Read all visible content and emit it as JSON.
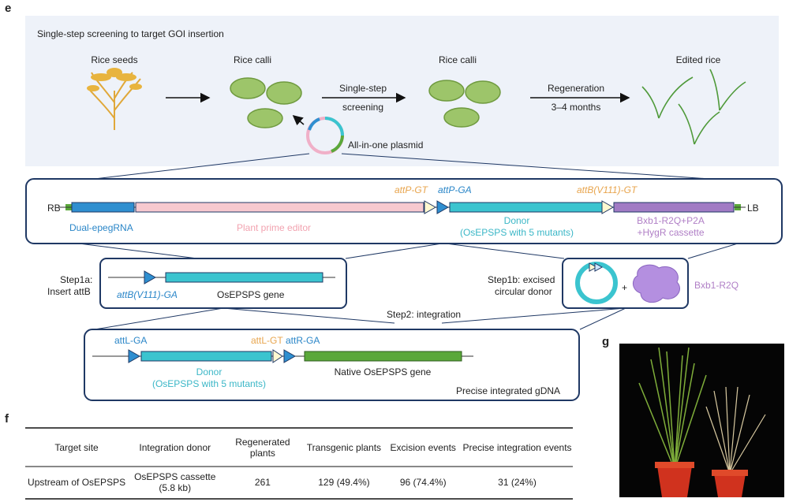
{
  "panels": {
    "e": "e",
    "f": "f",
    "g": "g"
  },
  "top": {
    "title": "Single-step screening to target GOI insertion",
    "rice_seeds": "Rice seeds",
    "rice_calli_1": "Rice calli",
    "rice_calli_2": "Rice calli",
    "edited_rice": "Edited rice",
    "single_step": "Single-step",
    "screening": "screening",
    "regeneration": "Regeneration",
    "months": "3–4 months",
    "plasmid": "All-in-one plasmid"
  },
  "construct": {
    "rb": "RB",
    "lb": "LB",
    "attp_gt": "attP-GT",
    "attp_ga": "attP-GA",
    "attb_v111_gt": "attB(V111)-GT",
    "dual": "Dual-epegRNA",
    "prime": "Plant prime editor",
    "donor": "Donor",
    "donor_sub": "(OsEPSPS with 5 mutants)",
    "bxb_1": "Bxb1-R2Q+P2A",
    "bxb_2": "+HygR cassette"
  },
  "step1a": {
    "label1": "Step1a:",
    "label2": "Insert attB",
    "attb": "attB(V111)-GA",
    "gene": "OsEPSPS gene"
  },
  "step1b": {
    "label1": "Step1b: excised",
    "label2": "circular donor",
    "plus": "+",
    "bxb": "Bxb1-R2Q"
  },
  "step2": {
    "label": "Step2: integration"
  },
  "integrated": {
    "attl_ga": "attL-GA",
    "attl_gt": "attL-GT",
    "attr_ga": "attR-GA",
    "donor": "Donor",
    "donor_sub": "(OsEPSPS with 5 mutants)",
    "native": "Native OsEPSPS gene",
    "caption": "Precise integrated gDNA"
  },
  "table": {
    "headers": [
      "Target site",
      "Integration donor",
      "Regenerated plants",
      "Transgenic plants",
      "Excision events",
      "Precise integration events"
    ],
    "row": [
      "Upstream of OsEPSPS",
      "OsEPSPS cassette (5.8 kb)",
      "261",
      "129 (49.4%)",
      "96 (74.4%)",
      "31 (24%)"
    ]
  },
  "colors": {
    "navy": "#1f3864",
    "cyan": "#3bc4cf",
    "blue": "#2f8fd0",
    "pink": "#f7c9cf",
    "purple": "#a17bc4",
    "green": "#5aa83a",
    "orange": "#f0c070"
  }
}
